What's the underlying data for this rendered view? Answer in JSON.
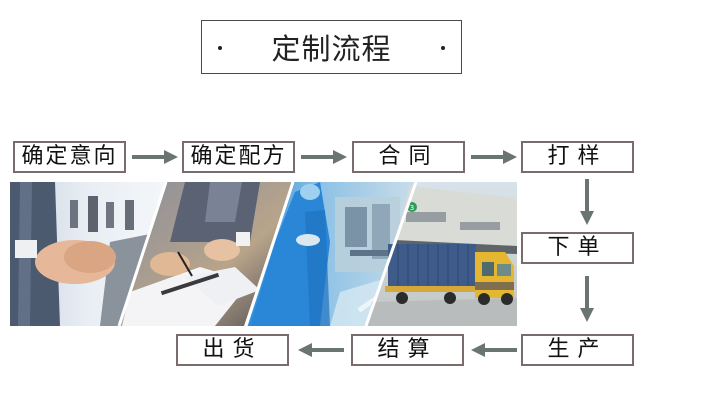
{
  "title": {
    "text": "定制流程",
    "bullet": "•"
  },
  "steps": [
    {
      "id": "confirm-intent",
      "label": "确定意向"
    },
    {
      "id": "confirm-formula",
      "label": "确定配方"
    },
    {
      "id": "contract",
      "label": "合同"
    },
    {
      "id": "sampling",
      "label": "打样"
    },
    {
      "id": "order",
      "label": "下单"
    },
    {
      "id": "production",
      "label": "生产"
    },
    {
      "id": "settlement",
      "label": "结算"
    },
    {
      "id": "shipment",
      "label": "出货"
    }
  ],
  "flow": {
    "arrow_color": "#6b7570",
    "box_border_color": "#7a6c6c",
    "sequence": [
      "确定意向",
      "确定配方",
      "合同",
      "打样",
      "下单",
      "生产",
      "结算",
      "出货"
    ]
  },
  "photo_strip": {
    "panels": [
      {
        "name": "handshake-photo",
        "depicts": "business handshake"
      },
      {
        "name": "signing-photo",
        "depicts": "signing contract document"
      },
      {
        "name": "production-photo",
        "depicts": "worker in blue gown operating machinery"
      },
      {
        "name": "truck-photo",
        "depicts": "container truck at warehouse dock"
      }
    ],
    "warehouse_sign": "3"
  }
}
